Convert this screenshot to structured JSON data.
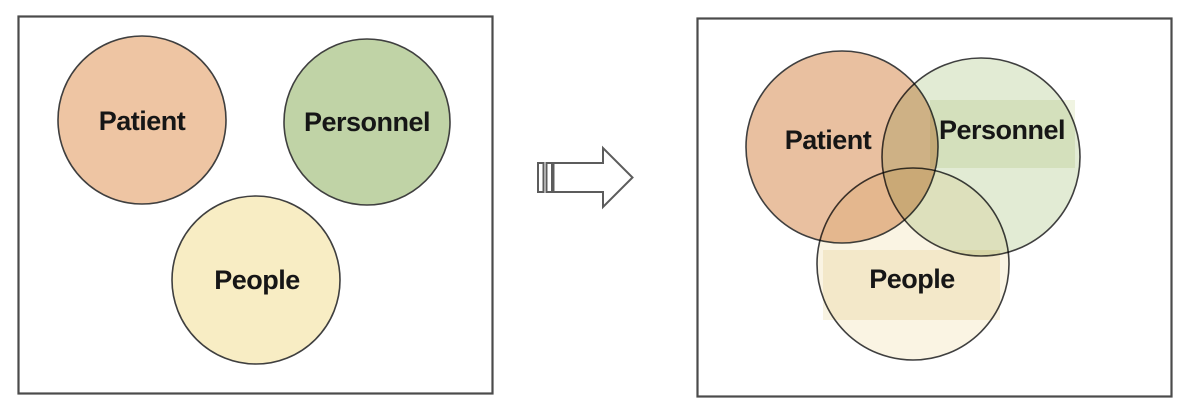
{
  "venn": {
    "arrow_icon": "striped-right-arrow",
    "left_panel": {
      "sets": [
        {
          "label": "Patient",
          "fill": "#EEC5A3"
        },
        {
          "label": "Personnel",
          "fill": "#C0D3A6"
        },
        {
          "label": "People",
          "fill": "#F8EDC4"
        }
      ]
    },
    "right_panel": {
      "sets": [
        {
          "label": "Patient",
          "fill": "#E9C0A0"
        },
        {
          "label": "Personnel",
          "fill": "#E2EBD4"
        },
        {
          "label": "People",
          "fill": "#FAF4E3"
        }
      ],
      "label_highlights": [
        {
          "for": "Personnel",
          "fill": "#F0F4E2"
        },
        {
          "for": "People",
          "fill": "#F8F3E2"
        }
      ]
    },
    "colors": {
      "background": "#ffffff",
      "panel_border": "#4b4b4b",
      "circle_stroke": "#3f3f3f",
      "arrow_outline": "#5c5c5c",
      "label_text": "#161616"
    }
  }
}
